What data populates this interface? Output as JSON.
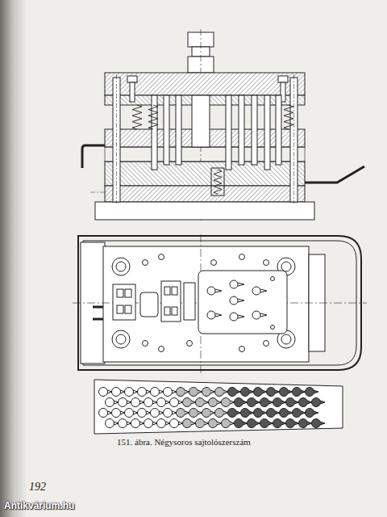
{
  "diagram": {
    "caption": "151. ábra. Négysoros sajtolószerszám",
    "labels": [
      "192",
      "Antikvárium.hu"
    ]
  }
}
